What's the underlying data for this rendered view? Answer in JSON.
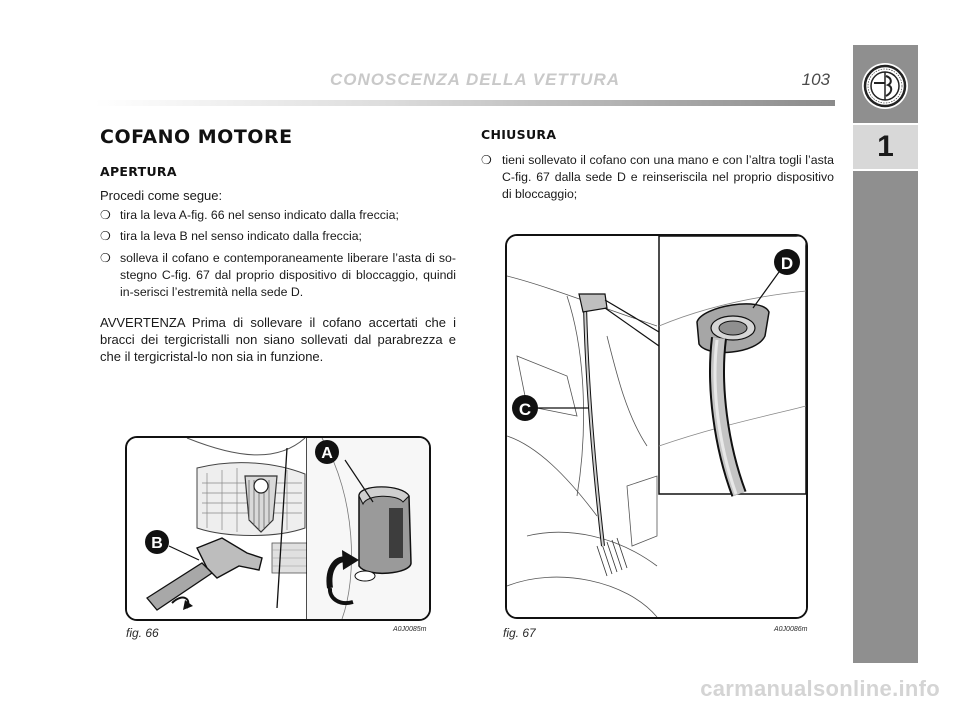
{
  "header": {
    "title": "CONOSCENZA DELLA VETTURA",
    "page_number": "103"
  },
  "side_tab": {
    "chapter": "1",
    "logo_icon": "alfa-romeo-logo"
  },
  "left_column": {
    "heading": "COFANO MOTORE",
    "subheading": "APERTURA",
    "intro": "Procedi come segue:",
    "bullets": [
      "tira la leva A-fig. 66 nel senso indicato dalla freccia;",
      "tira la leva B nel senso indicato dalla freccia;",
      "solleva il cofano e contemporaneamente liberare l’asta di so-stegno C-fig. 67 dal proprio dispositivo di bloccaggio, quindi in-serisci l’estremità nella sede D."
    ],
    "warning": "AVVERTENZA Prima di sollevare il cofano accertati che i bracci dei tergicristalli non siano sollevati dal parabrezza e che il tergicristal-lo non sia in funzione."
  },
  "right_column": {
    "subheading": "CHIUSURA",
    "bullets": [
      "tieni sollevato il cofano con una mano e con l’altra togli l’asta C-fig. 67 dalla sede D e reinseriscila nel proprio dispositivo di bloccaggio;"
    ]
  },
  "figures": [
    {
      "caption": "fig. 66",
      "code": "A0J0085m",
      "callouts": [
        "A",
        "B"
      ]
    },
    {
      "caption": "fig. 67",
      "code": "A0J0086m",
      "callouts": [
        "D",
        "C"
      ]
    }
  ],
  "bullet_symbol": "❍",
  "watermark": "carmanualsonline.info"
}
